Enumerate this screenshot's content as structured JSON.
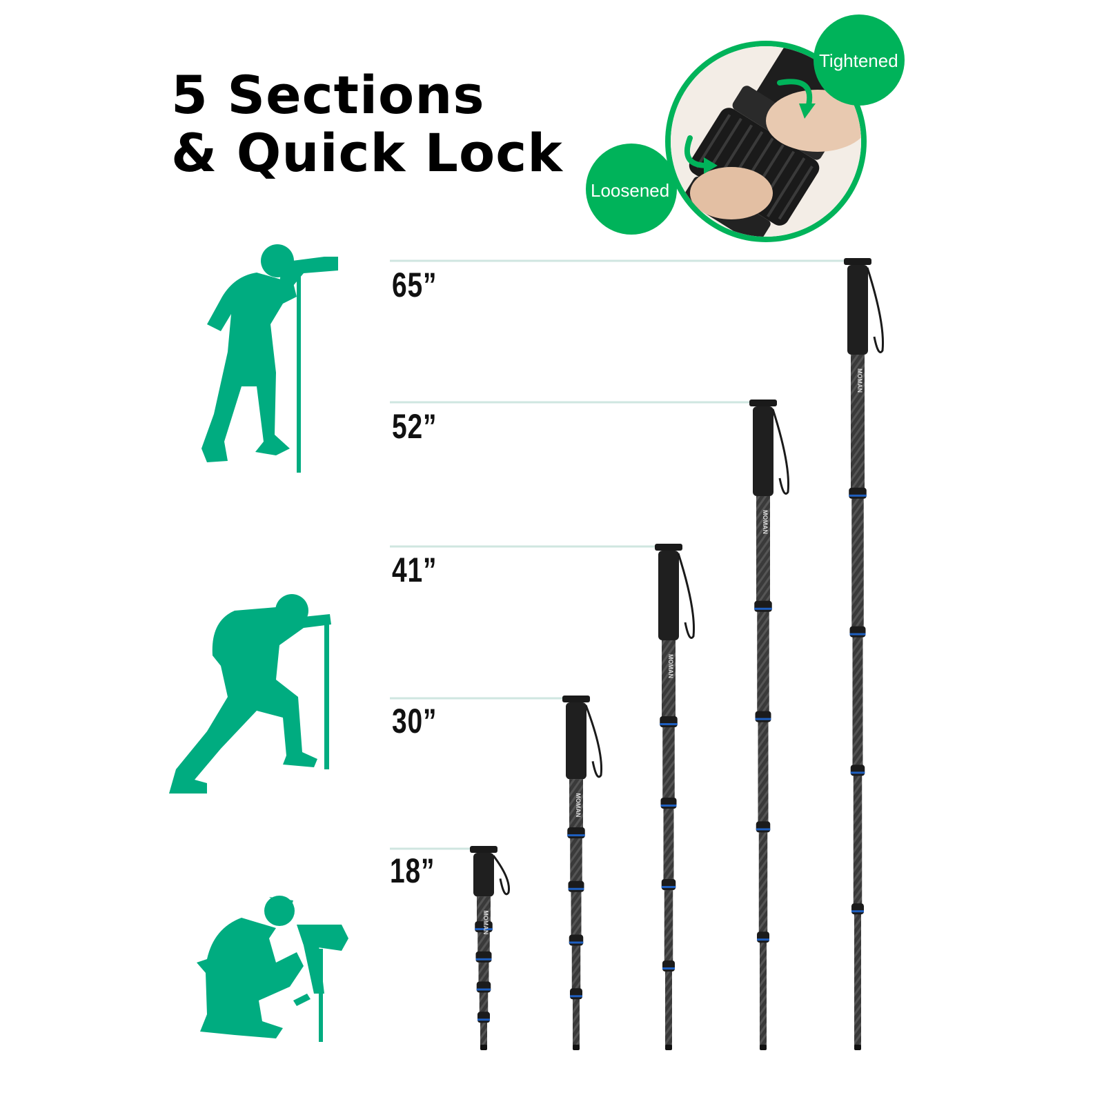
{
  "title": {
    "line1": "5 Sections",
    "line2": "& Quick Lock"
  },
  "lock_callout": {
    "tightened_label": "Tightened",
    "loosened_label": "Loosened"
  },
  "heights": [
    {
      "label": "65”"
    },
    {
      "label": "52”"
    },
    {
      "label": "41”"
    },
    {
      "label": "30”"
    },
    {
      "label": "18”"
    }
  ],
  "brand_text": "MOMAN",
  "colors": {
    "accent_green": "#00B35A",
    "silhouette_green": "#00AC80",
    "pole_dark": "#2b2b2b",
    "lock_ring_blue": "#1f5fbf",
    "guide_line": "#cfe6e0"
  },
  "silhouettes": [
    "standing-photographer",
    "hiking-leaning-on-pole",
    "kneeling-photographer"
  ]
}
